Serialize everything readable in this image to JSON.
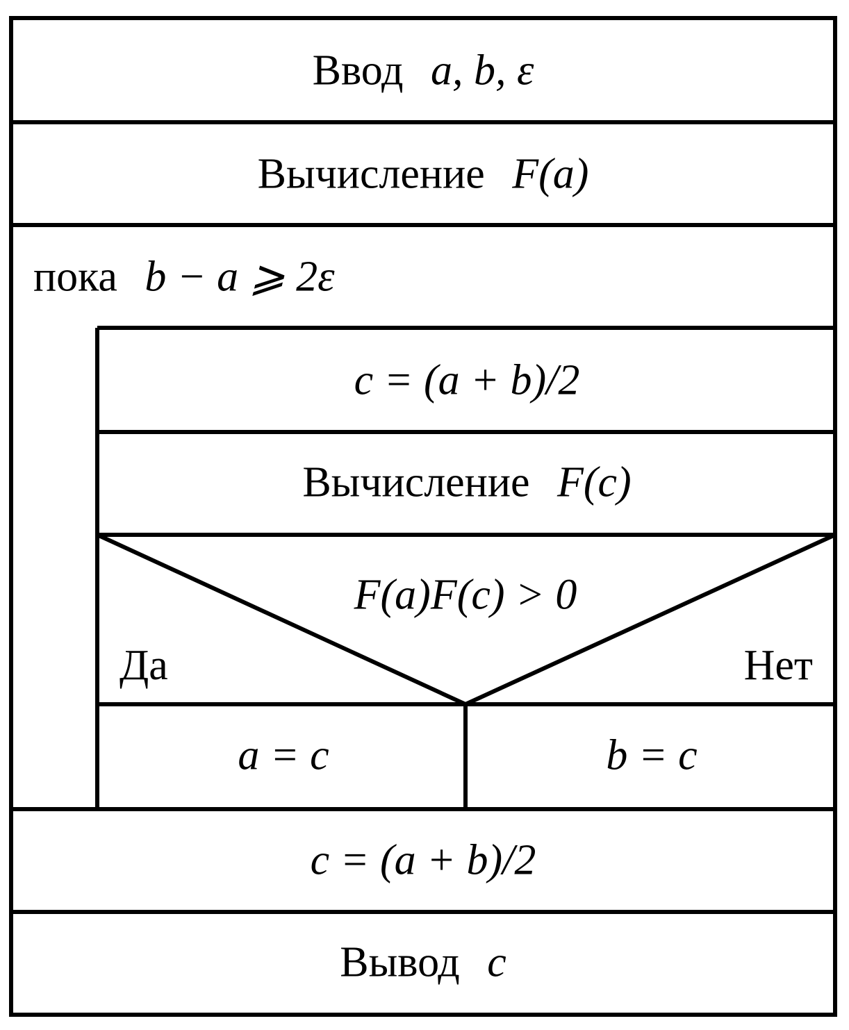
{
  "diagram": {
    "blocks": {
      "input": {
        "word": "Ввод",
        "math": "a, b, ε"
      },
      "compute_fa": {
        "word": "Вычисление",
        "math": "F(a)"
      },
      "loop": {
        "word": "пока",
        "math": "b − a ⩾ 2ε"
      },
      "midpoint": {
        "math": "c = (a + b)/2"
      },
      "compute_fc": {
        "word": "Вычисление",
        "math": "F(c)"
      },
      "condition": {
        "math": "F(a)F(c) > 0",
        "yes": "Да",
        "no": "Нет"
      },
      "branch_yes": {
        "math": "a = c"
      },
      "branch_no": {
        "math": "b = c"
      },
      "final_midpoint": {
        "math": "c = (a + b)/2"
      },
      "output": {
        "word": "Вывод",
        "math": "c"
      }
    },
    "stroke_color": "#000000",
    "background_color": "#ffffff"
  }
}
